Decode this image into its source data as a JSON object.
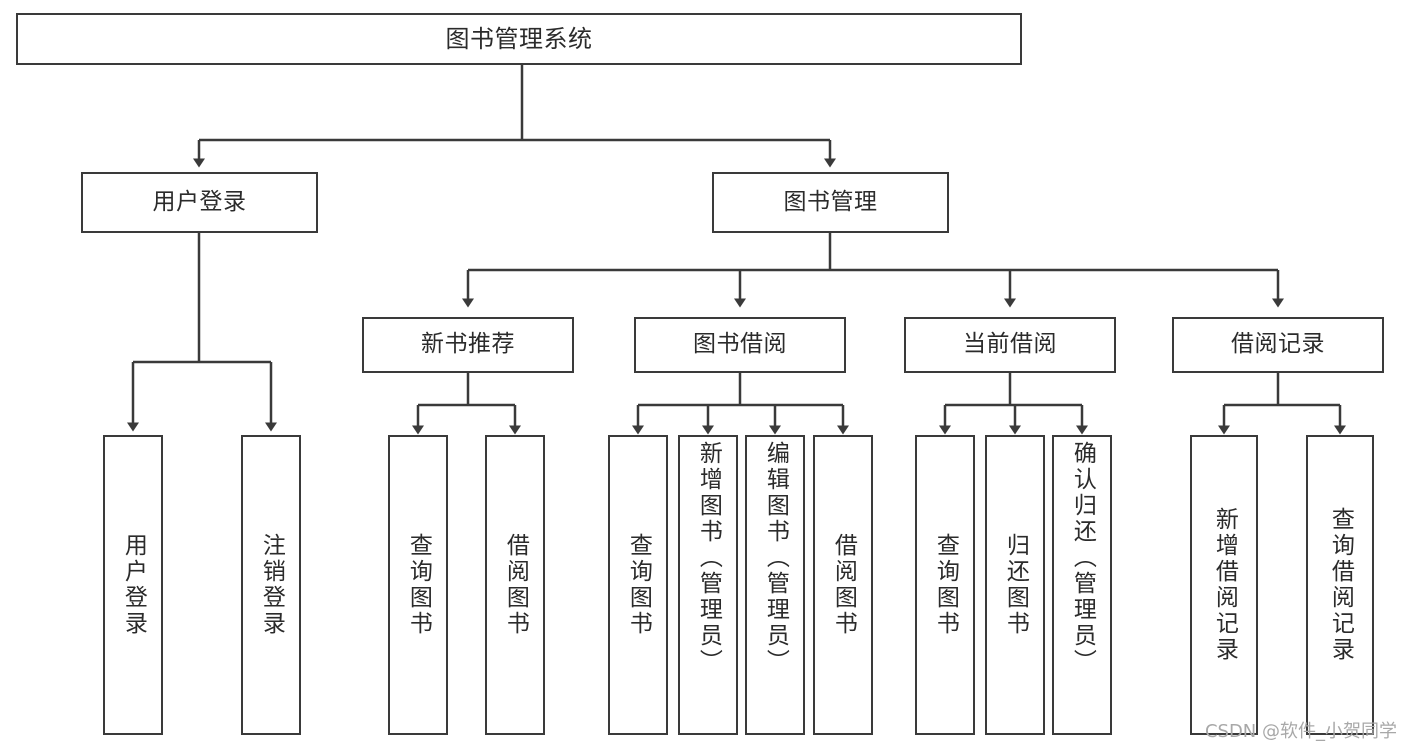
{
  "diagram": {
    "type": "tree-hierarchy-flowchart",
    "title": "图书管理系统",
    "stroke_color": "#3a3a3a",
    "fill_color": "#ffffff",
    "text_color": "#2b2b2b",
    "nodes": {
      "root": {
        "label": "图书管理系统"
      },
      "level1": [
        {
          "id": "user-login",
          "label": "用户登录"
        },
        {
          "id": "book-management",
          "label": "图书管理"
        }
      ],
      "level2": [
        {
          "id": "new-book-recommend",
          "label": "新书推荐"
        },
        {
          "id": "book-borrow",
          "label": "图书借阅"
        },
        {
          "id": "current-borrow",
          "label": "当前借阅"
        },
        {
          "id": "borrow-record",
          "label": "借阅记录"
        }
      ],
      "leaves": {
        "user_login": [
          {
            "id": "leaf-user-login",
            "label": "用户登录"
          },
          {
            "id": "leaf-logout-login",
            "label": "注销登录"
          }
        ],
        "new_book_recommend": [
          {
            "id": "leaf-query-book-1",
            "label": "查询图书"
          },
          {
            "id": "leaf-borrow-book-1",
            "label": "借阅图书"
          }
        ],
        "book_borrow": [
          {
            "id": "leaf-query-book-2",
            "label": "查询图书"
          },
          {
            "id": "leaf-add-book",
            "label": "新增图书（管理员）"
          },
          {
            "id": "leaf-edit-book",
            "label": "编辑图书（管理员）"
          },
          {
            "id": "leaf-borrow-book-2",
            "label": "借阅图书"
          }
        ],
        "current_borrow": [
          {
            "id": "leaf-query-book-3",
            "label": "查询图书"
          },
          {
            "id": "leaf-return-book",
            "label": "归还图书"
          },
          {
            "id": "leaf-confirm-return",
            "label": "确认归还（管理员）"
          }
        ],
        "borrow_record": [
          {
            "id": "leaf-add-record",
            "label": "新增借阅记录"
          },
          {
            "id": "leaf-query-record",
            "label": "查询借阅记录"
          }
        ]
      }
    }
  },
  "watermark": {
    "text": "CSDN @软件_小贺同学"
  }
}
